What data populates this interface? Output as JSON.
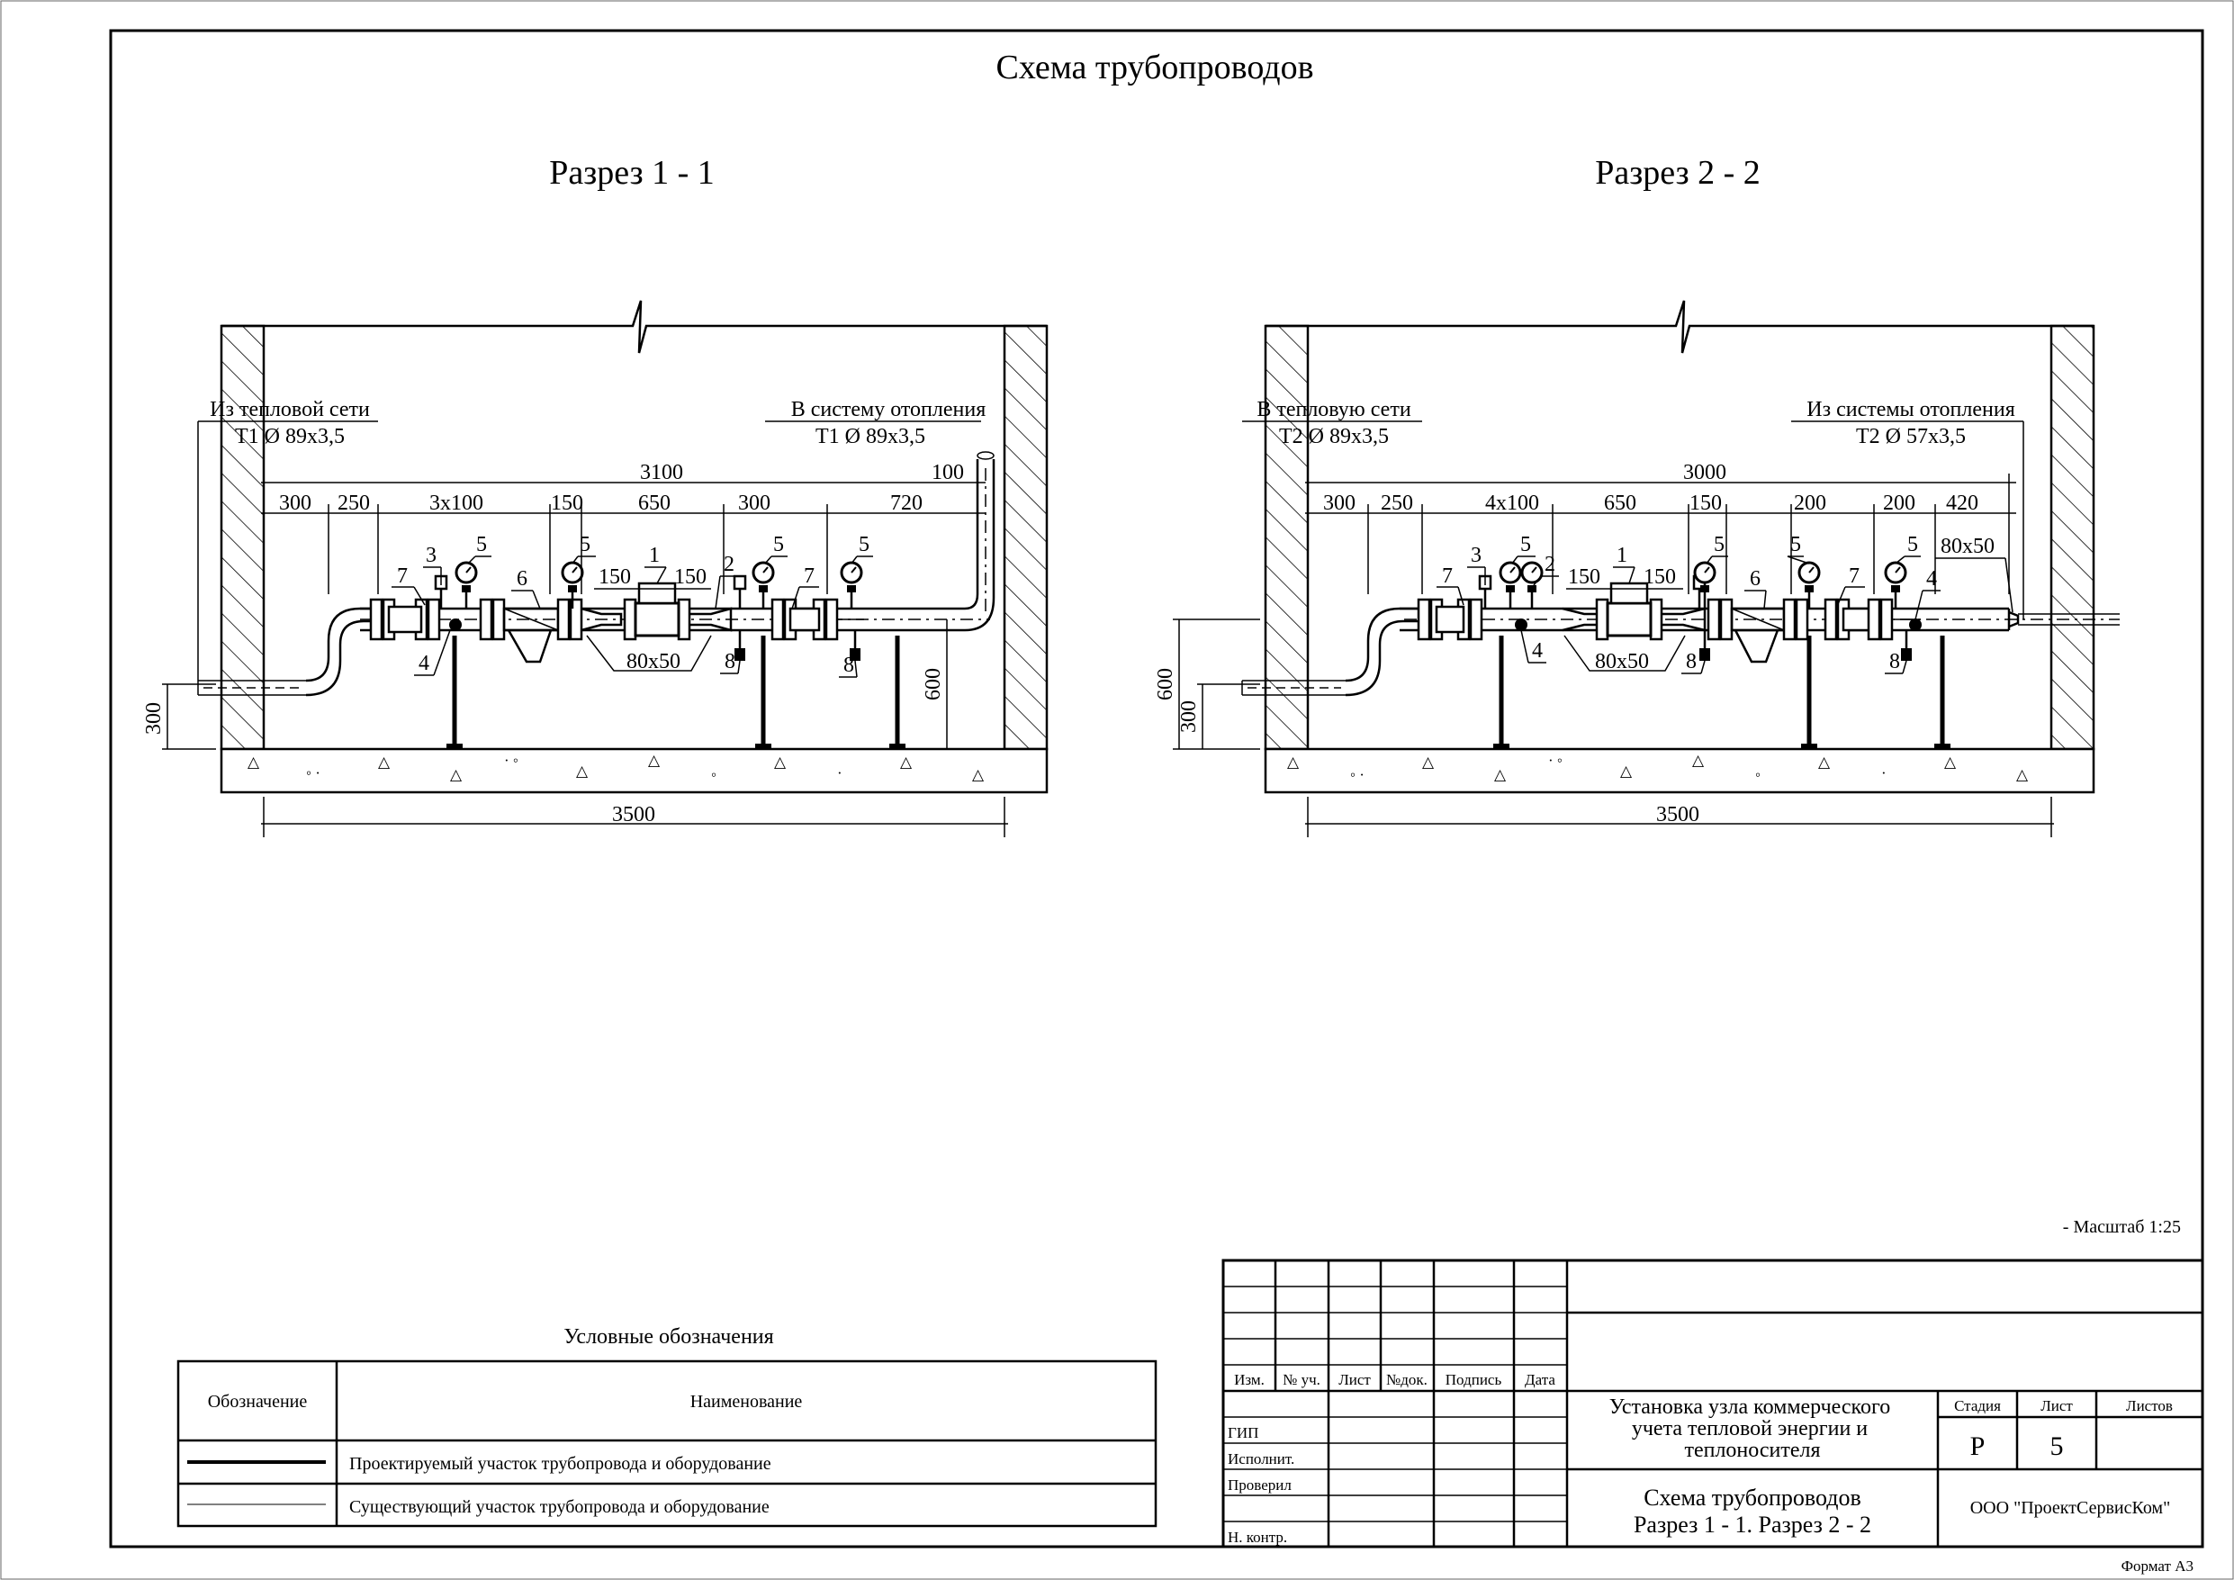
{
  "title": "Схема трубопроводов",
  "section1": {
    "title": "Разрез 1 - 1",
    "inlet_label": "Из тепловой сети",
    "inlet_pipe": "Т1 Ø 89х3,5",
    "outlet_label": "В систему отопления",
    "outlet_pipe": "Т1 Ø 89х3,5",
    "dim_total": "3100",
    "dim_riser": "100",
    "dims_top": [
      "300",
      "250",
      "3х100",
      "150",
      "650",
      "300",
      "720"
    ],
    "dims_inner": [
      "150",
      "150"
    ],
    "reducer": "80х50",
    "dim_height_left": "300",
    "dim_height_right": "600",
    "dim_bottom": "3500",
    "item_labels": [
      "7",
      "3",
      "5",
      "4",
      "6",
      "5",
      "1",
      "2",
      "5",
      "8",
      "7",
      "5",
      "8"
    ]
  },
  "section2": {
    "title": "Разрез 2 - 2",
    "inlet_label": "В тепловую сети",
    "inlet_pipe": "Т2 Ø 89х3,5",
    "outlet_label": "Из системы отопления",
    "outlet_pipe": "Т2 Ø 57х3,5",
    "dim_total": "3000",
    "dims_top": [
      "300",
      "250",
      "4х100",
      "650",
      "150",
      "200",
      "200",
      "420"
    ],
    "dims_inner": [
      "150",
      "150"
    ],
    "reducer": "80х50",
    "reducer_right": "80х50",
    "dim_height_left_outer": "600",
    "dim_height_left_inner": "300",
    "dim_bottom": "3500",
    "item_labels": [
      "7",
      "3",
      "5",
      "2",
      "4",
      "1",
      "8",
      "5",
      "6",
      "5",
      "7",
      "5",
      "4",
      "8"
    ]
  },
  "legend": {
    "title": "Условные обозначения",
    "col1": "Обозначение",
    "col2": "Наименование",
    "rows": [
      {
        "kind": "thick",
        "text": "Проектируемый участок трубопровода и оборудование"
      },
      {
        "kind": "thin",
        "text": "Существующий участок трубопровода и оборудование"
      }
    ]
  },
  "scale": "- Масштаб 1:25",
  "title_block": {
    "headers": [
      "Изм.",
      "№ уч.",
      "Лист",
      "№док.",
      "Подпись",
      "Дата"
    ],
    "roles": [
      "ГИП",
      "Исполнит.",
      "Проверил",
      "Н. контр."
    ],
    "project": "Установка узла коммерческого учета тепловой энергии и теплоносителя",
    "stage_label": "Стадия",
    "sheet_label": "Лист",
    "sheets_label": "Листов",
    "stage": "Р",
    "sheet": "5",
    "sheets": "",
    "drawing_title_1": "Схема трубопроводов",
    "drawing_title_2": "Разрез 1 - 1. Разрез 2 - 2",
    "company": "ООО \"ПроектСервисКом\""
  },
  "format": "Формат А3"
}
